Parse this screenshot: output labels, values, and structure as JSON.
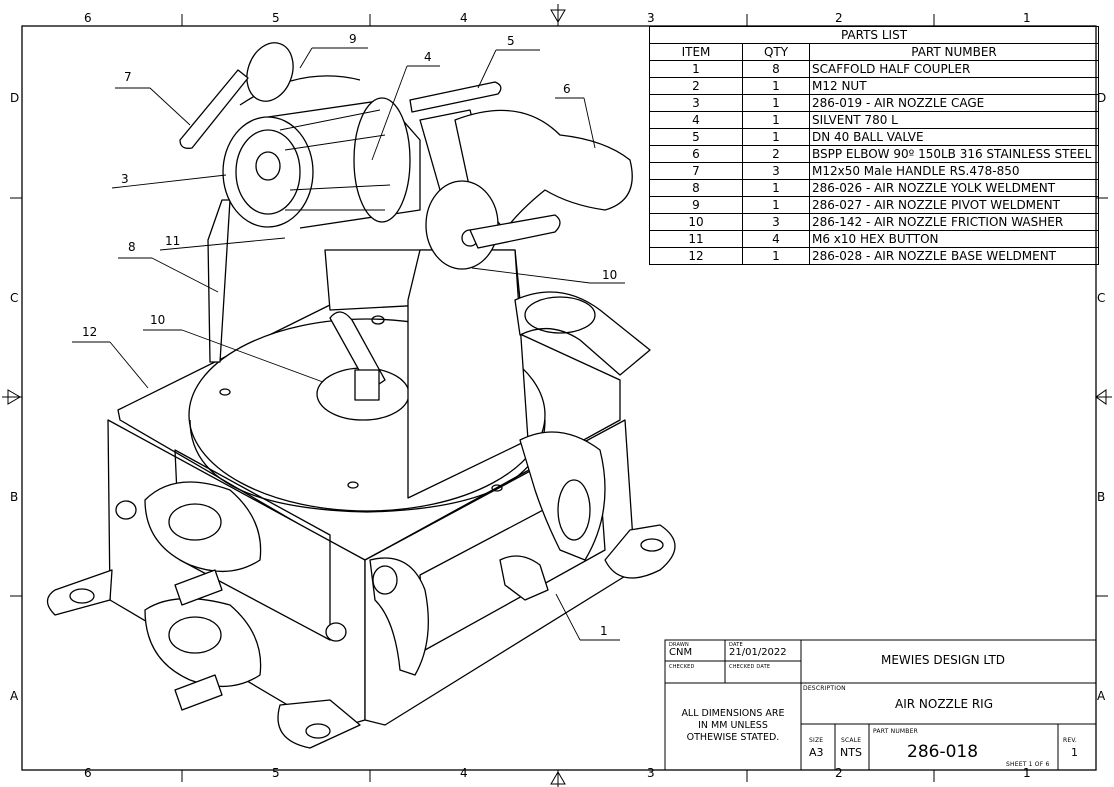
{
  "zones": {
    "columns": [
      "6",
      "5",
      "4",
      "3",
      "2",
      "1"
    ],
    "rows": [
      "D",
      "C",
      "B",
      "A"
    ]
  },
  "balloons": [
    "9",
    "4",
    "5",
    "7",
    "6",
    "3",
    "11",
    "8",
    "10",
    "12",
    "10",
    "1"
  ],
  "parts_list": {
    "title": "PARTS LIST",
    "headers": [
      "ITEM",
      "QTY",
      "PART NUMBER"
    ],
    "rows": [
      {
        "item": "1",
        "qty": "8",
        "part": "SCAFFOLD HALF COUPLER"
      },
      {
        "item": "2",
        "qty": "1",
        "part": "M12 NUT"
      },
      {
        "item": "3",
        "qty": "1",
        "part": "286-019 - AIR NOZZLE CAGE"
      },
      {
        "item": "4",
        "qty": "1",
        "part": "SILVENT 780 L"
      },
      {
        "item": "5",
        "qty": "1",
        "part": "DN 40 BALL VALVE"
      },
      {
        "item": "6",
        "qty": "2",
        "part": "BSPP ELBOW 90º 150LB 316 STAINLESS STEEL"
      },
      {
        "item": "7",
        "qty": "3",
        "part": "M12x50 Male HANDLE RS.478-850"
      },
      {
        "item": "8",
        "qty": "1",
        "part": "286-026 - AIR NOZZLE YOLK WELDMENT"
      },
      {
        "item": "9",
        "qty": "1",
        "part": "286-027 - AIR NOZZLE PIVOT WELDMENT"
      },
      {
        "item": "10",
        "qty": "3",
        "part": "286-142 - AIR NOZZLE FRICTION WASHER"
      },
      {
        "item": "11",
        "qty": "4",
        "part": " M6 x10 HEX BUTTON"
      },
      {
        "item": "12",
        "qty": "1",
        "part": "286-028 - AIR NOZZLE BASE WELDMENT"
      }
    ]
  },
  "title_block": {
    "drawn_label": "DRAWN",
    "drawn_value": "CNM",
    "date_label": "DATE",
    "date_value": "21/01/2022",
    "checked_label": "CHECKED",
    "checked_date_label": "CHECKED DATE",
    "company": "MEWIES DESIGN LTD",
    "description_label": "DESCRIPTION",
    "description": "AIR NOZZLE RIG",
    "note_line1": "ALL DIMENSIONS ARE",
    "note_line2": "IN MM UNLESS",
    "note_line3": "OTHEWISE STATED.",
    "size_label": "SIZE",
    "size_value": "A3",
    "scale_label": "SCALE",
    "scale_value": "NTS",
    "part_number_label": "PART NUMBER",
    "part_number": "286-018",
    "rev_label": "REV.",
    "rev_value": "1",
    "sheet": "SHEET 1  OF 6"
  }
}
